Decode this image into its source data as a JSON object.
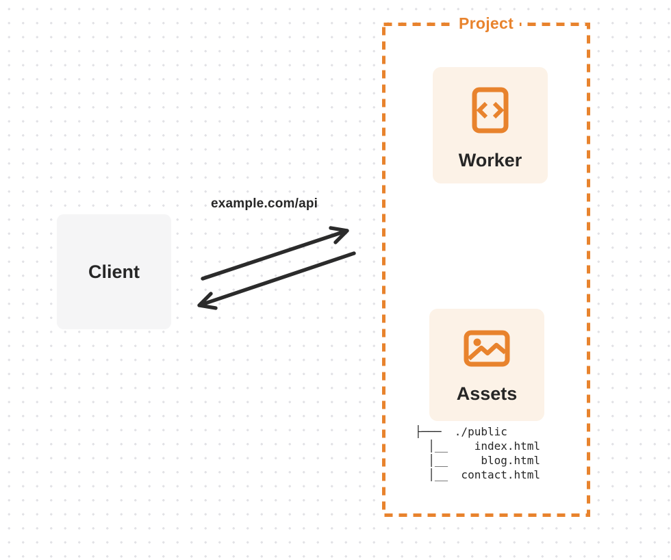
{
  "colors": {
    "accent": "#E8832D",
    "card_bg": "#FCF2E7",
    "client_bg": "#F5F5F6",
    "text": "#262626",
    "arrow": "#2B2B2B",
    "dot_grid": "#E2E2E6"
  },
  "client": {
    "label": "Client"
  },
  "connection": {
    "label": "example.com/api"
  },
  "project": {
    "label": "Project",
    "worker": {
      "label": "Worker",
      "icon": "code-file-icon"
    },
    "assets": {
      "label": "Assets",
      "icon": "image-icon",
      "file_tree": "├───  ./public\n  │__    index.html\n  │__     blog.html\n  │__  contact.html"
    }
  }
}
